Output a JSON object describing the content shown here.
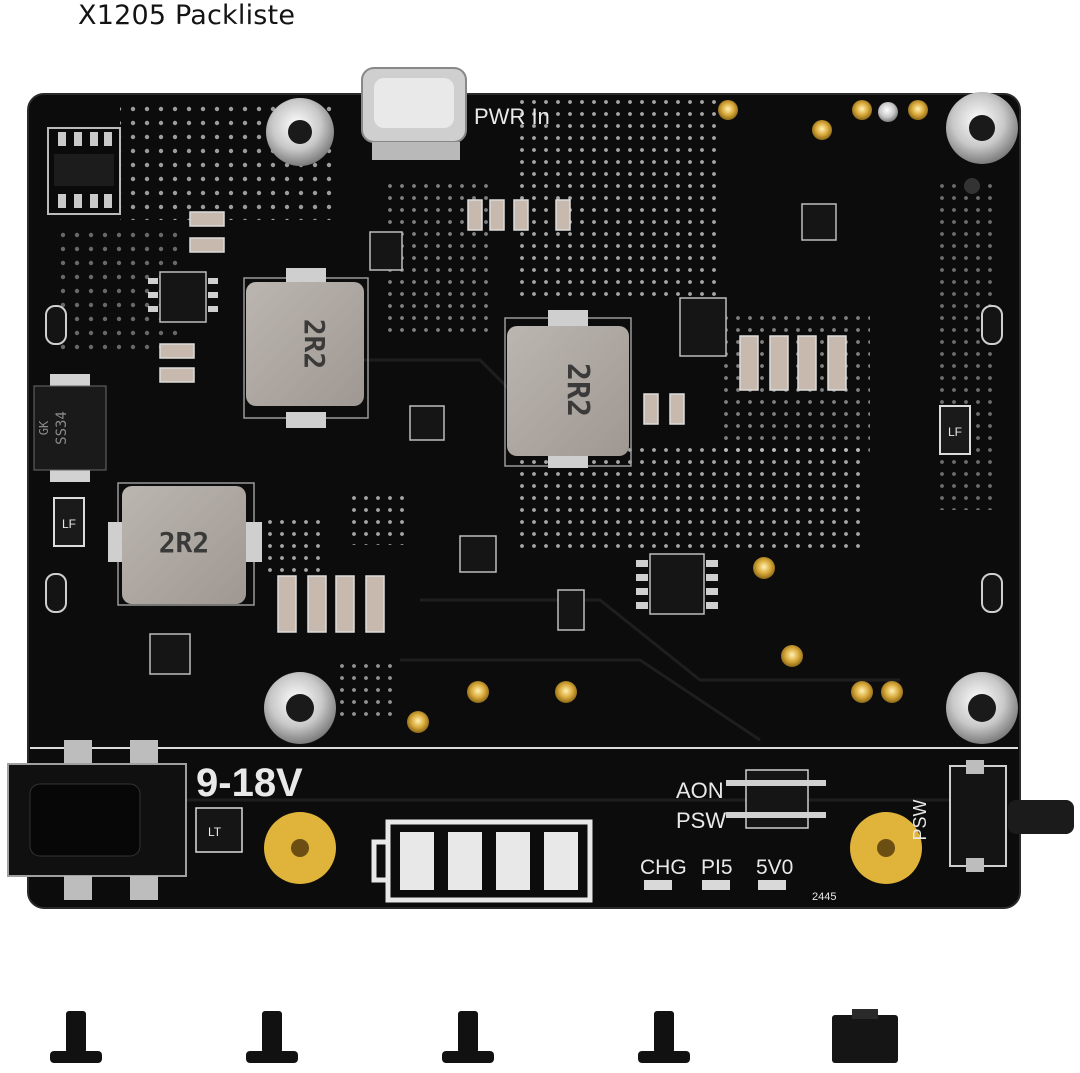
{
  "title": "X1205 Packliste",
  "board": {
    "label_pwr_in": "PWR In",
    "label_voltage": "9-18V",
    "label_aon": "AON",
    "label_psw": "PSW",
    "label_psw_side": "PSW",
    "label_chg": "CHG",
    "label_pi5": "PI5",
    "label_5v0": "5V0",
    "label_date": "2445",
    "inductor_marking": "2R2",
    "diode_marking": "SS34",
    "diode_code": "GK",
    "led_code": "LT",
    "fuse_marking": "LF"
  },
  "accessories": [
    {
      "name": "standoff screw"
    },
    {
      "name": "standoff screw"
    },
    {
      "name": "standoff screw"
    },
    {
      "name": "standoff screw"
    },
    {
      "name": "jumper cap"
    }
  ]
}
